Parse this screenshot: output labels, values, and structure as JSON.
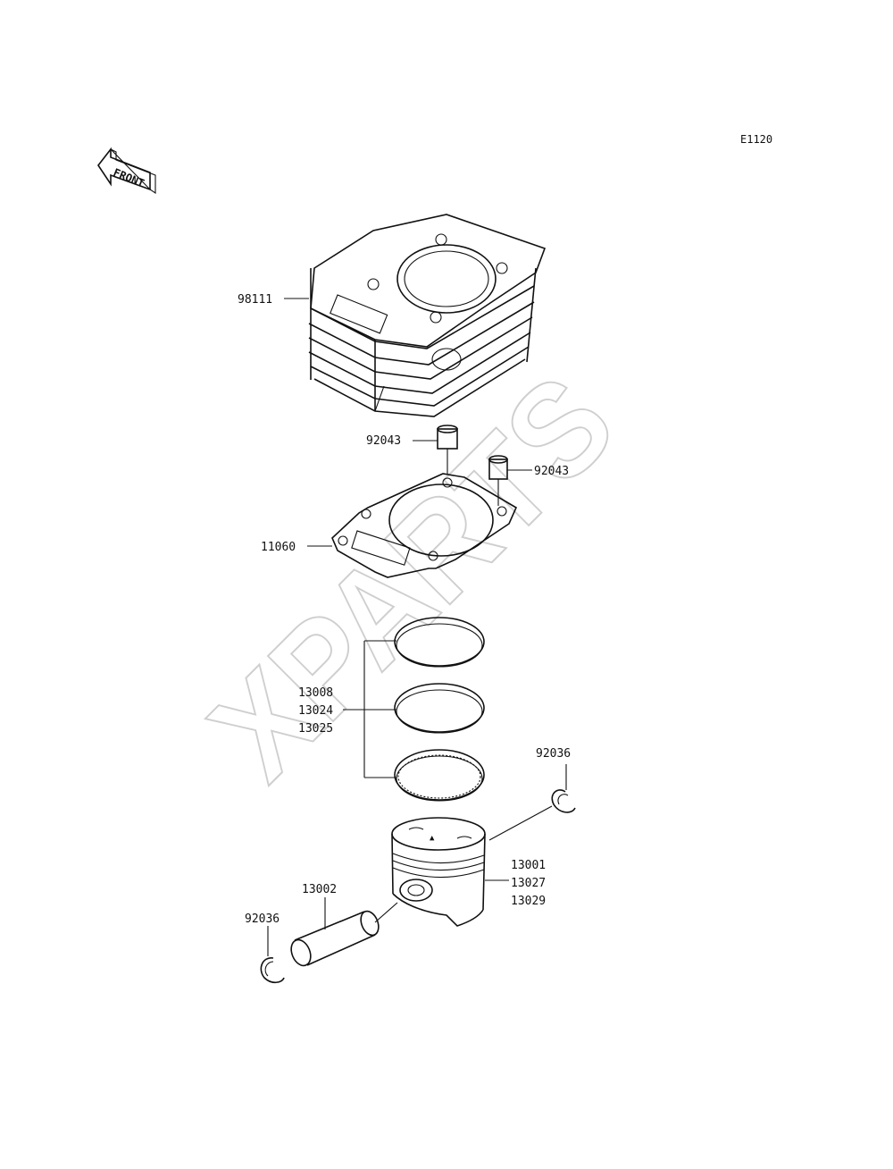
{
  "diagram_code": "E1120",
  "front_arrow_label": "FRONT",
  "watermark_text": "XPARTS",
  "part_numbers": {
    "cylinder": "98111",
    "dowel_pin_left": "92043",
    "dowel_pin_right": "92043",
    "gasket": "11060",
    "ring_set": [
      "13008",
      "13024",
      "13025"
    ],
    "snap_ring_right": "92036",
    "piston": [
      "13001",
      "13027",
      "13029"
    ],
    "piston_pin": "13002",
    "snap_ring_left": "92036"
  },
  "colors": {
    "line": "#111111",
    "watermark": "#cfcfcf"
  }
}
